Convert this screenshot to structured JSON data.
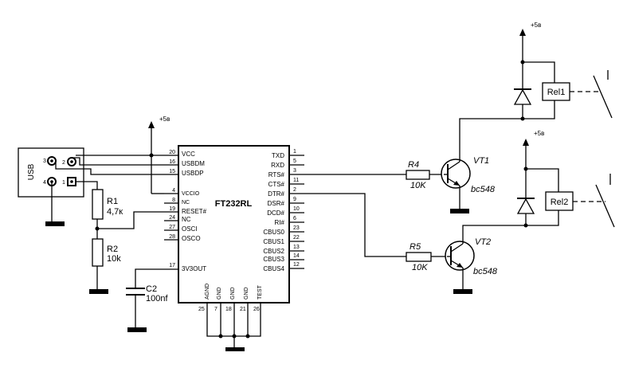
{
  "ic": {
    "name": "FT232RL",
    "left_pins": [
      {
        "num": "20",
        "sig": "VCC"
      },
      {
        "num": "16",
        "sig": "USBDM"
      },
      {
        "num": "15",
        "sig": "USBDP"
      },
      {
        "num": "4",
        "sig": "VCCIO"
      },
      {
        "num": "8",
        "sig": "NC"
      },
      {
        "num": "19",
        "sig": "RESET#"
      },
      {
        "num": "24",
        "sig": "NC"
      },
      {
        "num": "27",
        "sig": "OSCI"
      },
      {
        "num": "28",
        "sig": "OSCO"
      },
      {
        "num": "17",
        "sig": "3V3OUT"
      }
    ],
    "right_pins": [
      {
        "num": "1",
        "sig": "TXD"
      },
      {
        "num": "5",
        "sig": "RXD"
      },
      {
        "num": "3",
        "sig": "RTS#"
      },
      {
        "num": "11",
        "sig": "CTS#"
      },
      {
        "num": "2",
        "sig": "DTR#"
      },
      {
        "num": "9",
        "sig": "DSR#"
      },
      {
        "num": "10",
        "sig": "DCD#"
      },
      {
        "num": "6",
        "sig": "RI#"
      },
      {
        "num": "23",
        "sig": "CBUS0"
      },
      {
        "num": "22",
        "sig": "CBUS1"
      },
      {
        "num": "13",
        "sig": "CBUS2"
      },
      {
        "num": "14",
        "sig": "CBUS3"
      },
      {
        "num": "12",
        "sig": "CBUS4"
      }
    ],
    "bottom_pins": [
      {
        "num": "25",
        "sig": "AGND"
      },
      {
        "num": "7",
        "sig": "GND"
      },
      {
        "num": "18",
        "sig": "GND"
      },
      {
        "num": "21",
        "sig": "GND"
      },
      {
        "num": "26",
        "sig": "TEST"
      }
    ]
  },
  "usb": {
    "label": "USB",
    "pins": [
      "3",
      "2",
      "4",
      "1"
    ]
  },
  "power": {
    "ic_supply": "+5в",
    "relay1_supply": "+5в",
    "relay2_supply": "+5в"
  },
  "r1": {
    "ref": "R1",
    "value": "4,7к"
  },
  "r2": {
    "ref": "R2",
    "value": "10k"
  },
  "c2": {
    "ref": "C2",
    "value": "100nf"
  },
  "r4": {
    "ref": "R4",
    "value": "10K"
  },
  "r5": {
    "ref": "R5",
    "value": "10K"
  },
  "vt1": {
    "ref": "VT1",
    "type": "bc548"
  },
  "vt2": {
    "ref": "VT2",
    "type": "bc548"
  },
  "rel1": {
    "ref": "Rel1"
  },
  "rel2": {
    "ref": "Rel2"
  }
}
